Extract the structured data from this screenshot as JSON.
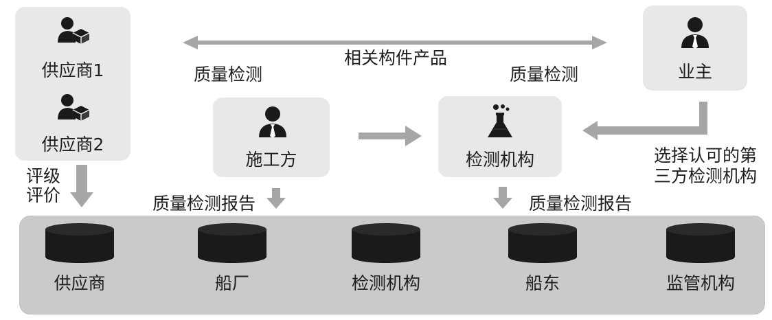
{
  "colors": {
    "card": "#e8e8e8",
    "bar": "#cacaca",
    "arrow": "#a6a6a6",
    "icon": "#1a1a1a",
    "text": "#1e1e1e"
  },
  "top": {
    "product_arrow_label": "相关构件产品",
    "quality_check_left": "质量检测",
    "quality_check_right": "质量检测"
  },
  "suppliers": {
    "supplier1_label": "供应商1",
    "supplier2_label": "供应商2",
    "icon": "supplier-person-box-icon"
  },
  "owner": {
    "label": "业主",
    "icon": "person-tie-icon"
  },
  "contractor": {
    "label": "施工方",
    "icon": "person-tie-icon"
  },
  "inspection_agency": {
    "label": "检测机构",
    "icon": "flask-icon"
  },
  "annotations": {
    "rating_line1": "评级",
    "rating_line2": "评价",
    "report_left": "质量检测报告",
    "report_right": "质量检测报告",
    "choose_line1": "选择认可的第",
    "choose_line2": "三方检测机构"
  },
  "databases": [
    {
      "label": "供应商",
      "icon": "database-cylinder-icon"
    },
    {
      "label": "船厂",
      "icon": "database-cylinder-icon"
    },
    {
      "label": "检测机构",
      "icon": "database-cylinder-icon"
    },
    {
      "label": "船东",
      "icon": "database-cylinder-icon"
    },
    {
      "label": "监管机构",
      "icon": "database-cylinder-icon"
    }
  ]
}
